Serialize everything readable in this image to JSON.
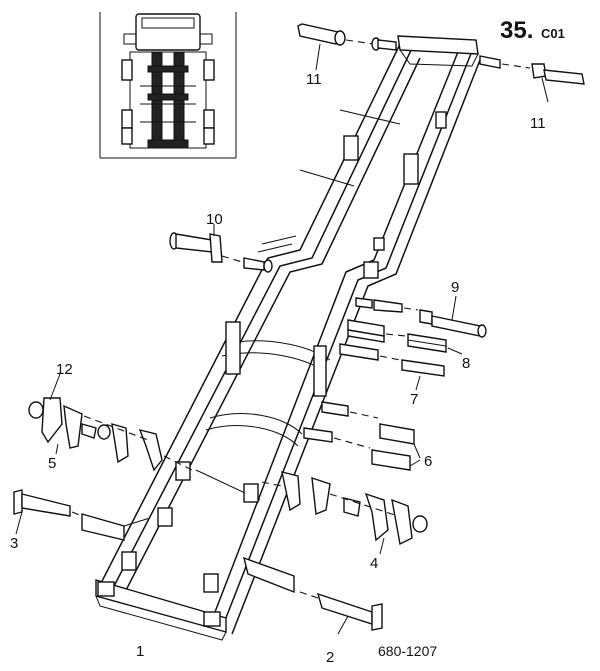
{
  "header": {
    "section_number": "35.",
    "section_suffix": "C01"
  },
  "reference_code": "680-1207",
  "callouts": [
    {
      "id": "c1",
      "label": "1"
    },
    {
      "id": "c2",
      "label": "2"
    },
    {
      "id": "c3",
      "label": "3"
    },
    {
      "id": "c4",
      "label": "4"
    },
    {
      "id": "c5",
      "label": "5"
    },
    {
      "id": "c6",
      "label": "6"
    },
    {
      "id": "c7",
      "label": "7"
    },
    {
      "id": "c8",
      "label": "8"
    },
    {
      "id": "c9",
      "label": "9"
    },
    {
      "id": "c10",
      "label": "10"
    },
    {
      "id": "c11a",
      "label": "11"
    },
    {
      "id": "c11b",
      "label": "11"
    },
    {
      "id": "c12",
      "label": "12"
    }
  ]
}
